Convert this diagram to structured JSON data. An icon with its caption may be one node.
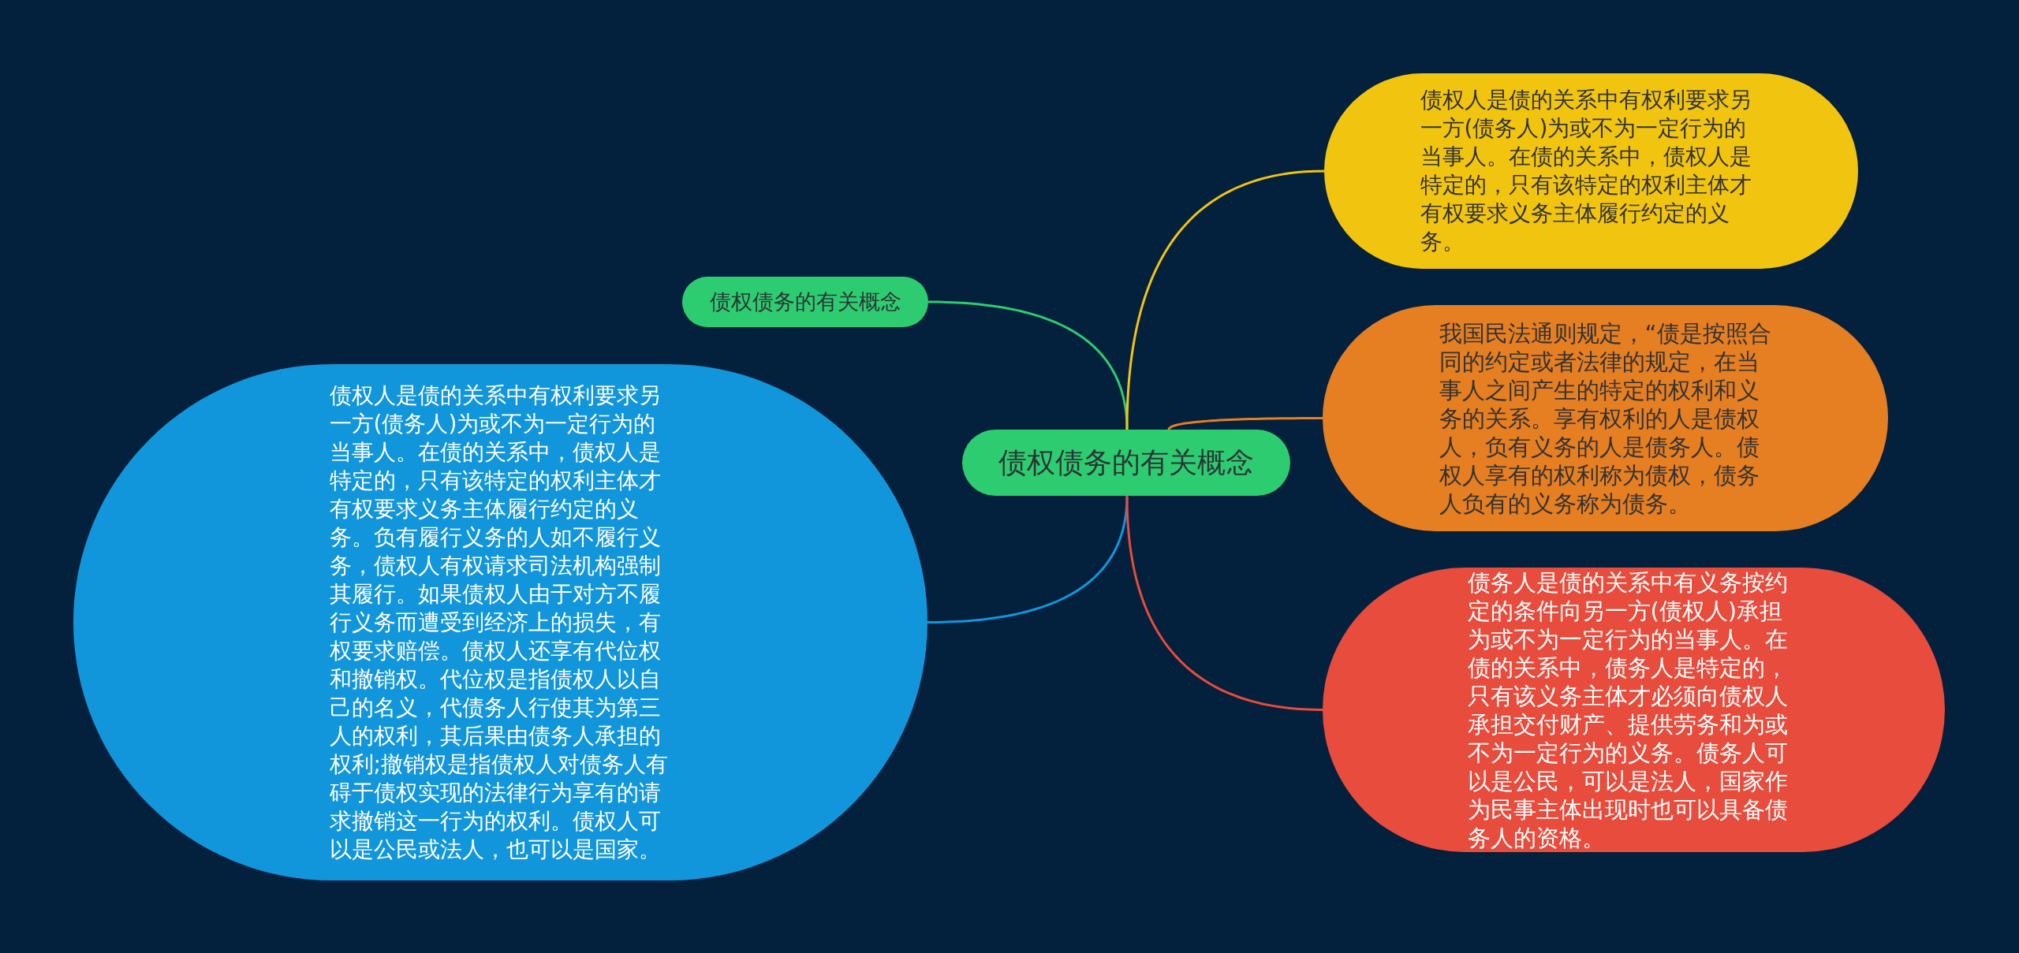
{
  "diagram": {
    "nodes": [
      {
        "text": [
          "债权债务的有关概念"
        ]
      },
      {
        "text": [
          "债权债务的有关概念"
        ]
      },
      {
        "text": [
          "债权人是债的关系中有权利要求另一方(债务人)为或不为一定行为的当事人。在债的关系中，债权人是特定的，只有该特定的权利主体才有权要求义务主体履行约定的义务。"
        ]
      },
      {
        "text": [
          "我国民法通则规定，“债是按照合同的约定或者法律的规定，在当事人之间产生的特定的权利和义务的关系。享有权利的人是债权人，负有义务的人是债务人。债权人享有的权利称为债权，债务人负有的义务称为债务。"
        ]
      },
      {
        "text": [
          "债权人是债的关系中有权利要求另一方(债务人)为或不为一定行为的当事人。在债的关系中，债权人是特定的，只有该特定的权利主体才有权要求义务主体履行约定的义务。负有履行义务的人如不履行义务，债权人有权请求司法机构强制其履行。如果债权人由于对方不履行义务而遭受到经济上的损失，有权要求赔偿。债权人还享有代位权和撤销权。代位权是指债权人以自己的名义，代债务人行使其为第三人的权利，其后果由债务人承担的权利;撤销权是指债权人对债务人有碍于债权实现的法律行为享有的请求撤销这一行为的权利。债权人可以是公民或法人，也可以是国家。"
        ]
      },
      {
        "text": [
          "债务人是债的关系中有义务按约定的条件向另一方(债权人)承担为或不为一定行为的当事人。在债的关系中，债务人是特定的，只有该义务主体才必须向债权人承担交付财产、提供劳务和为或不为一定行为的义务。债务人可以是公民，可以是法人，国家作为民事主体出现时也可以具备债务人的资格。"
        ]
      }
    ],
    "edges": [
      {
        "from": 0,
        "to": 1,
        "arrow": "none",
        "color": "#2ecc71"
      },
      {
        "from": 0,
        "to": 2,
        "arrow": "none",
        "color": "#f1c40f"
      },
      {
        "from": 0,
        "to": 3,
        "arrow": "none",
        "color": "#e67e22"
      },
      {
        "from": 0,
        "to": 4,
        "arrow": "none",
        "color": "#1296db"
      },
      {
        "from": 0,
        "to": 5,
        "arrow": "none",
        "color": "#e74c3c"
      }
    ]
  }
}
